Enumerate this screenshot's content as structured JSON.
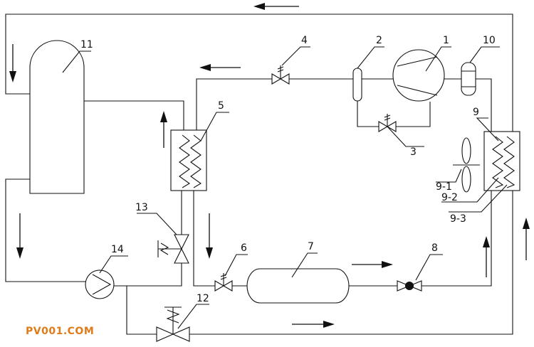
{
  "labels": {
    "l1": "1",
    "l2": "2",
    "l3": "3",
    "l4": "4",
    "l5": "5",
    "l6": "6",
    "l7": "7",
    "l8": "8",
    "l9": "9",
    "l91": "9-1",
    "l92": "9-2",
    "l93": "9-3",
    "l10": "10",
    "l11": "11",
    "l12": "12",
    "l13": "13",
    "l14": "14"
  },
  "watermark": {
    "text": "PV001.COM",
    "color": "#e07b1a"
  }
}
